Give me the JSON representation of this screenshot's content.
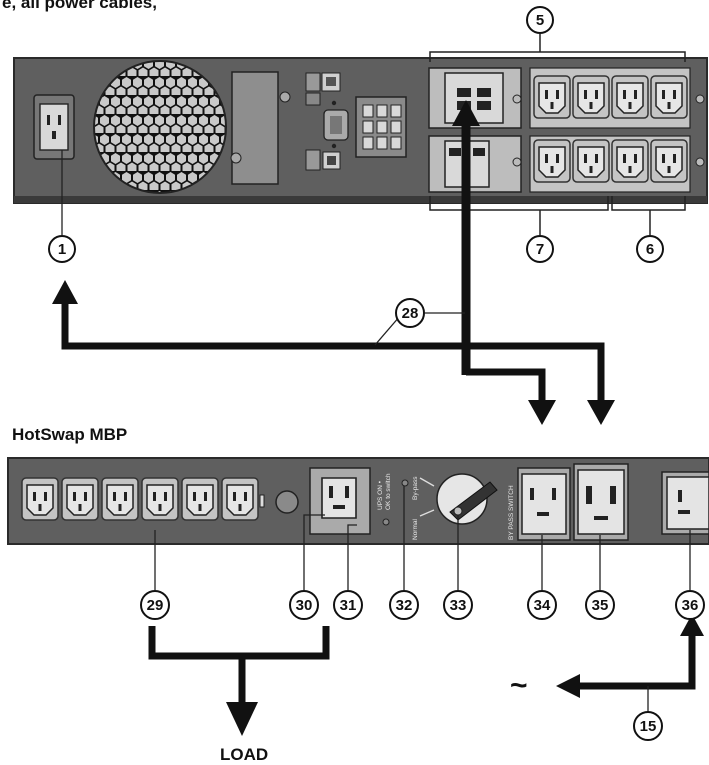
{
  "header_partial": "e, all power cables,",
  "mbp_title": "HotSwap MBP",
  "load_label": "LOAD",
  "ac_symbol": "~",
  "panel_labels": {
    "ups_on_line1": "UPS ON •",
    "ups_on_line2": "OK to switch",
    "bypass": "By-pass",
    "normal": "Normal",
    "bypass_switch": "BY PASS SWITCH"
  },
  "callouts": {
    "c1": "1",
    "c5": "5",
    "c6": "6",
    "c7": "7",
    "c15": "15",
    "c28": "28",
    "c29": "29",
    "c30": "30",
    "c31": "31",
    "c32": "32",
    "c33": "33",
    "c34": "34",
    "c35": "35",
    "c36": "36"
  },
  "colors": {
    "panel": "#5f5f5f",
    "panel_edge": "#2a2a2a",
    "socket": "#bdbdbd",
    "cable": "#111111"
  }
}
